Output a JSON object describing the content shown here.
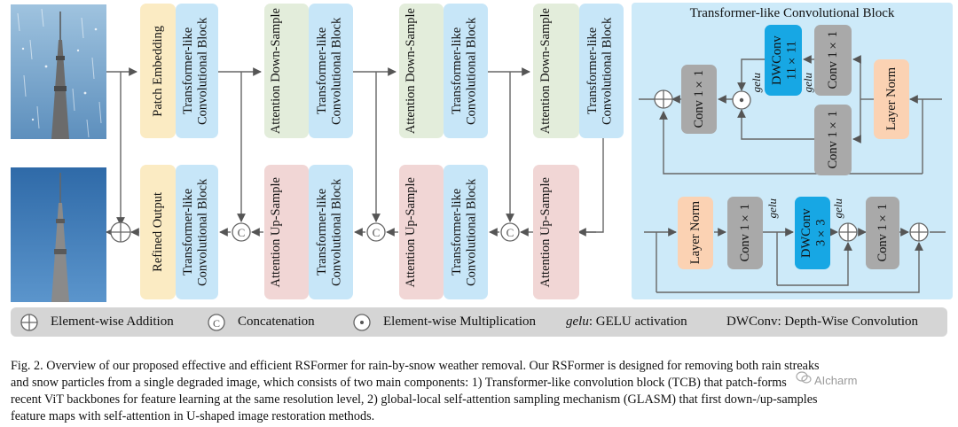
{
  "main": {
    "blocks": {
      "patch_embedding": "Patch Embedding",
      "refined_output": "Refined Output",
      "tcb": "Transformer-like Convolutional Block",
      "att_down": "Attention Down-Sample",
      "att_up": "Attention Up-Sample"
    }
  },
  "tcb_detail": {
    "title": "Transformer-like Convolutional Block",
    "conv1x1": "Conv 1×1",
    "layer_norm": "Layer Norm",
    "dwconv_11": "DWConv 11×11",
    "dwconv_3": "DWConv 3×3",
    "gelu": "gelu"
  },
  "legend": {
    "add": "Element-wise Addition",
    "concat": "Concatenation",
    "mult": "Element-wise Multiplication",
    "gelu_key": "gelu",
    "gelu_desc": ":  GELU activation",
    "dwconv_desc": "DWConv:  Depth-Wise Convolution"
  },
  "caption": {
    "line1": "Fig. 2.  Overview of our proposed effective and efficient RSFormer for rain-by-snow weather removal. Our RSFormer is designed for removing both rain streaks",
    "line2": "and snow particles from a single degraded image, which consists of two main components: 1) Transformer-like convolution block (TCB) that patch-forms",
    "line3": "recent ViT backbones for feature learning at the same resolution level, 2) global-local self-attention sampling mechanism (GLASM) that first down-/up-samples",
    "line4": "feature maps with self-attention in U-shaped image restoration methods."
  },
  "watermark": "AIcharm",
  "colors": {
    "yellow": "#fbebc3",
    "blue": "#c7e6f8",
    "green": "#e3eddb",
    "pink": "#f1d6d5",
    "gray": "#a9a9a9",
    "orange": "#fbd2b3",
    "dwconv": "#17a7e4",
    "panel": "#cdeaf9",
    "legend": "#d5d5d5"
  }
}
